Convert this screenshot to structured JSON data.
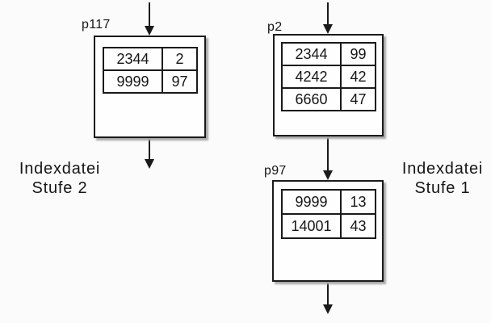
{
  "colors": {
    "background": "#fbfbfb",
    "ink": "#161616",
    "box_fill": "#fefefe",
    "shadow": "#a8a8a8"
  },
  "nodes": [
    {
      "label": "p117",
      "rows": [
        [
          "2344",
          "2"
        ],
        [
          "9999",
          "97"
        ]
      ]
    },
    {
      "label": "p2",
      "rows": [
        [
          "2344",
          "99"
        ],
        [
          "4242",
          "42"
        ],
        [
          "6660",
          "47"
        ]
      ]
    },
    {
      "label": "p97",
      "rows": [
        [
          "9999",
          "13"
        ],
        [
          "14001",
          "43"
        ]
      ]
    }
  ],
  "captions": {
    "left": {
      "line1": "Indexdatei",
      "line2": "Stufe 2"
    },
    "right": {
      "line1": "Indexdatei",
      "line2": "Stufe 1"
    }
  },
  "arrows": [
    {
      "name": "into-p117",
      "direction": "down"
    },
    {
      "name": "out-of-p117",
      "direction": "down"
    },
    {
      "name": "into-p2",
      "direction": "down"
    },
    {
      "name": "p2-to-p97",
      "direction": "down"
    },
    {
      "name": "out-of-p97",
      "direction": "down"
    }
  ]
}
